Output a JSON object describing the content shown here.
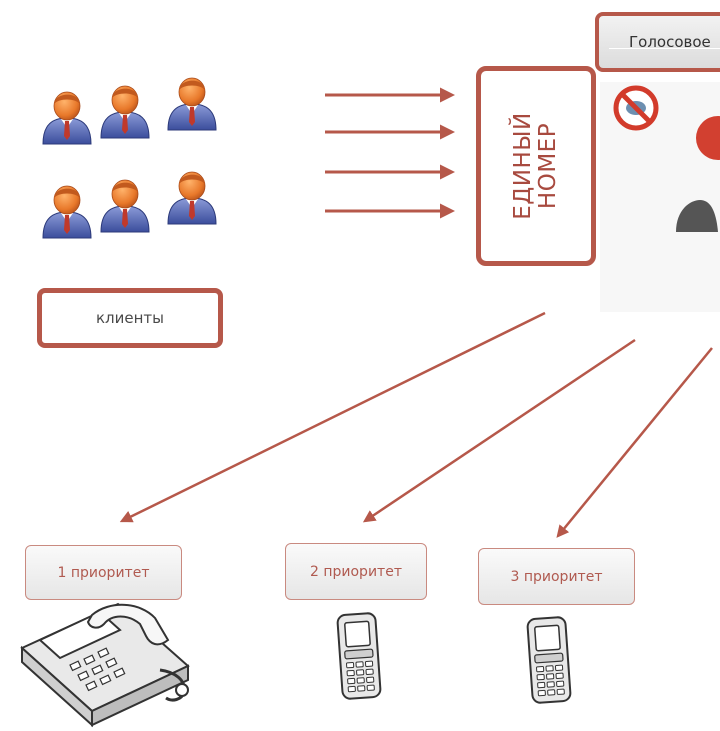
{
  "colors": {
    "accent": "#b6584a",
    "label_text": "#a84a3f"
  },
  "clients": {
    "label": "клиенты",
    "avatar_count": 6,
    "avatar_icon": "user-person-icon"
  },
  "number_box": {
    "line1": "ЕДИНЫЙ",
    "line2": "НОМЕР"
  },
  "voice_menu": {
    "label": "Голосовое"
  },
  "priorities": [
    {
      "label": "1 приоритет",
      "device_icon": "desk-phone-icon"
    },
    {
      "label": "2 приоритет",
      "device_icon": "mobile-phone-icon"
    },
    {
      "label": "3 приоритет",
      "device_icon": "mobile-phone-icon"
    }
  ],
  "voice_menu_icons": [
    "no-entry-icon",
    "person-icon"
  ]
}
